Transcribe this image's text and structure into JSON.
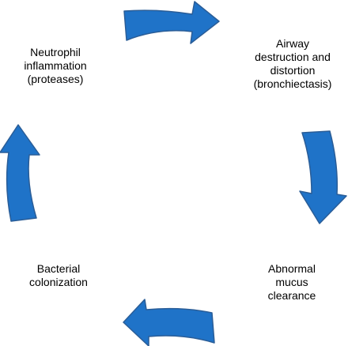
{
  "diagram": {
    "nodes": [
      {
        "id": "neutrophil",
        "lines": [
          "Neutrophil",
          "inflammation",
          "(proteases)"
        ]
      },
      {
        "id": "airway",
        "lines": [
          "Airway",
          "destruction and",
          "distortion",
          "(bronchiectasis)"
        ]
      },
      {
        "id": "mucus",
        "lines": [
          "Abnormal",
          "mucus",
          "clearance"
        ]
      },
      {
        "id": "bacterial",
        "lines": [
          "Bacterial",
          "colonization"
        ]
      }
    ],
    "arrows": [
      {
        "from": "neutrophil",
        "to": "airway"
      },
      {
        "from": "airway",
        "to": "mucus"
      },
      {
        "from": "mucus",
        "to": "bacterial"
      },
      {
        "from": "bacterial",
        "to": "neutrophil"
      }
    ],
    "colors": {
      "arrow_fill": "#1f73c8",
      "arrow_stroke": "#2a5d97",
      "text": "#000000",
      "background": "#ffffff"
    }
  }
}
